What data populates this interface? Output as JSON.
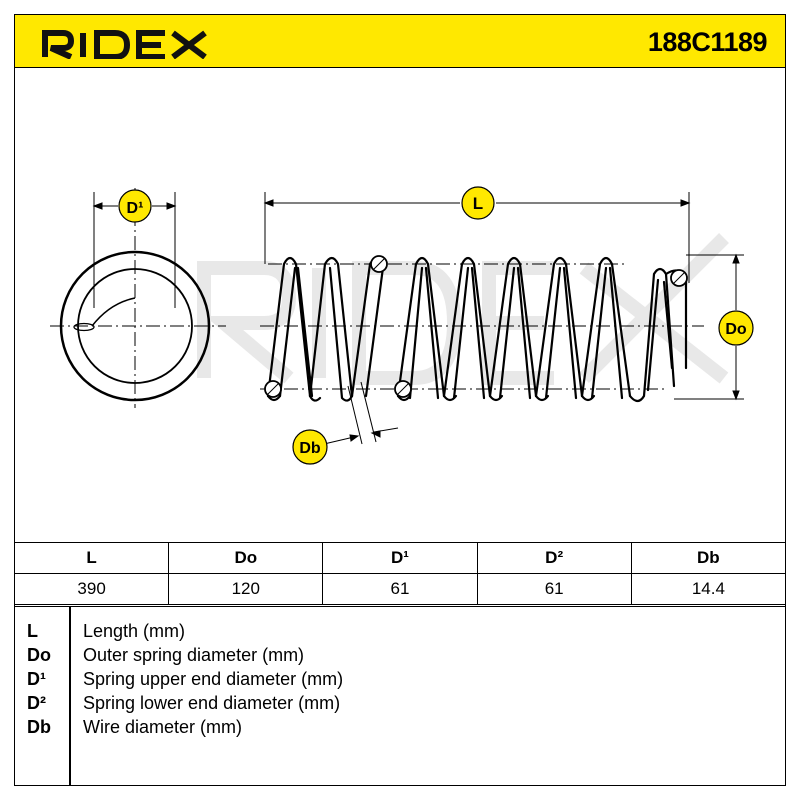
{
  "header": {
    "brand": "RIDEX",
    "part_number": "188C1189",
    "brand_color": "#FFE800"
  },
  "drawing": {
    "dimension_labels": {
      "d1": "D¹",
      "l": "L",
      "do": "Do",
      "db": "Db"
    },
    "watermark": "RIDEX"
  },
  "specs": {
    "headers": [
      "L",
      "Do",
      "D¹",
      "D²",
      "Db"
    ],
    "values": [
      "390",
      "120",
      "61",
      "61",
      "14.4"
    ]
  },
  "legend": [
    {
      "key": "L",
      "desc": "Length (mm)"
    },
    {
      "key": "Do",
      "desc": "Outer spring diameter (mm)"
    },
    {
      "key": "D¹",
      "desc": "Spring upper end diameter (mm)"
    },
    {
      "key": "D²",
      "desc": "Spring lower end diameter (mm)"
    },
    {
      "key": "Db",
      "desc": "Wire diameter (mm)"
    }
  ]
}
